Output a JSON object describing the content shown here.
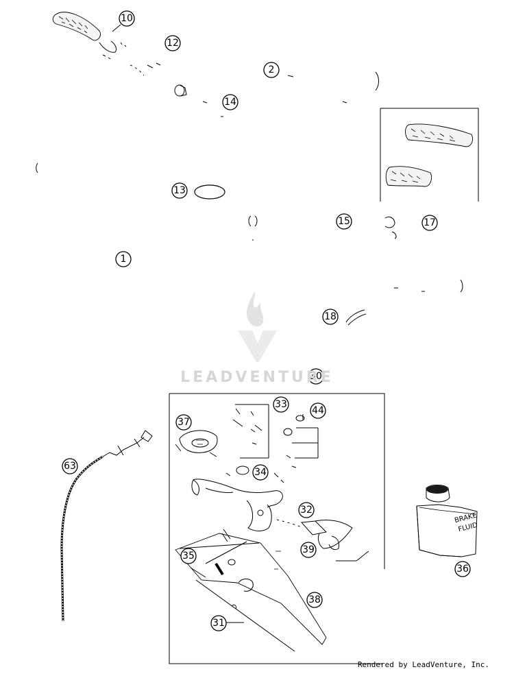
{
  "watermark": "LEADVENTURE",
  "footer_credit": "Rendered by LeadVenture, Inc.",
  "bottle_label": [
    "BRAKE",
    "FLUID"
  ],
  "callouts": {
    "c10": "10",
    "c12": "12",
    "c2": "2",
    "c14": "14",
    "c13": "13",
    "c15": "15",
    "c17": "17",
    "c1": "1",
    "c18": "18",
    "c30": "30",
    "c33": "33",
    "c44": "44",
    "c37": "37",
    "c34": "34",
    "c63": "63",
    "c32": "32",
    "c39": "39",
    "c35": "35",
    "c38": "38",
    "c31": "31",
    "c36": "36"
  }
}
